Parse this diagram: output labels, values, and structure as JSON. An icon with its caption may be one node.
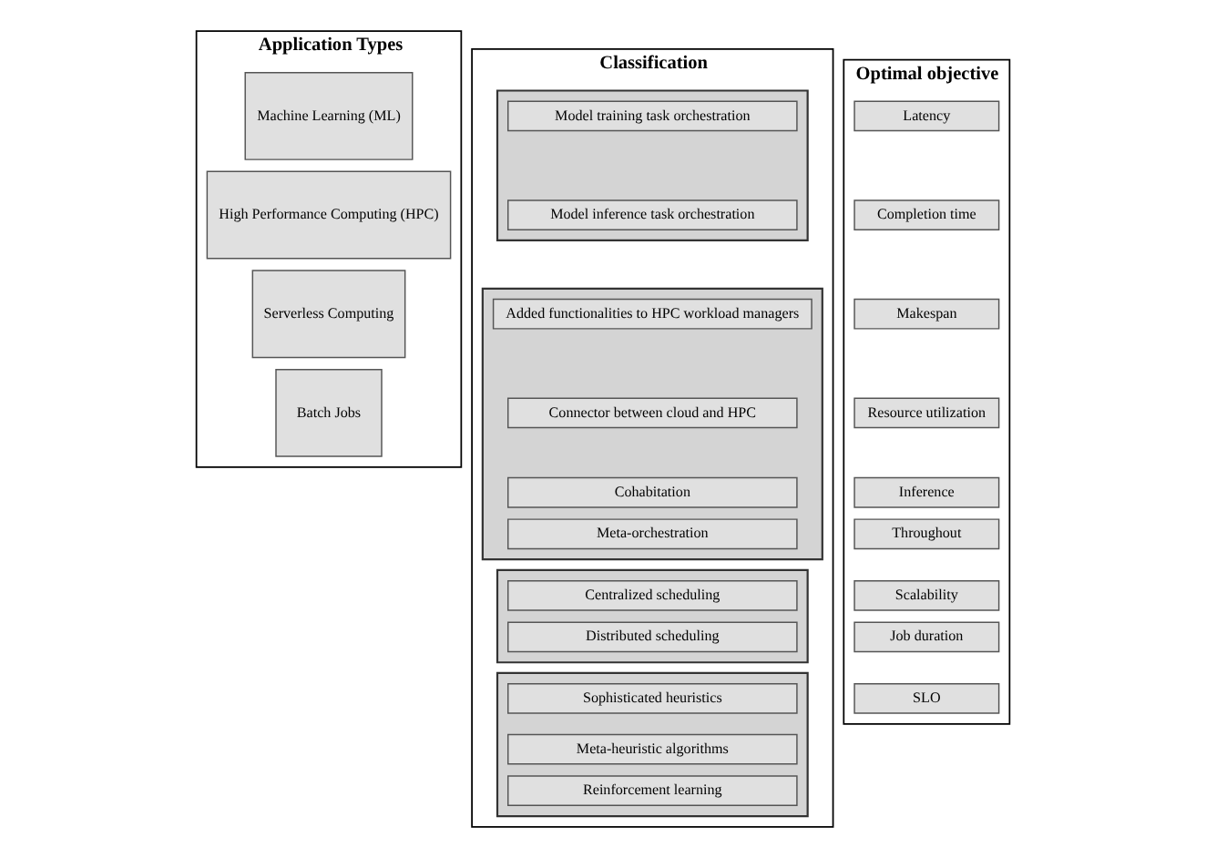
{
  "diagram": {
    "nodes": [
      {
        "text": [
          "Application Types"
        ]
      },
      {
        "text": [
          "Machine Learning (ML)"
        ],
        "in": 0
      },
      {
        "text": [
          "High Performance Computing (HPC)"
        ],
        "in": 0
      },
      {
        "text": [
          "Serverless Computing"
        ],
        "in": 0
      },
      {
        "text": [
          "Batch Jobs"
        ],
        "in": 0
      },
      {
        "text": [
          "Classification"
        ]
      },
      {
        "text": [],
        "shape": "box",
        "in": 5
      },
      {
        "text": [
          "Model training task orchestration"
        ],
        "in": 6
      },
      {
        "text": [
          "Model inference task orchestration"
        ],
        "in": 6
      },
      {
        "text": [],
        "shape": "box",
        "in": 5
      },
      {
        "text": [
          "Added functionalities to HPC workload managers"
        ],
        "in": 9
      },
      {
        "text": [
          "Connector between cloud and HPC"
        ],
        "in": 9
      },
      {
        "text": [
          "Cohabitation"
        ],
        "in": 9
      },
      {
        "text": [
          "Meta-orchestration"
        ],
        "in": 9
      },
      {
        "text": [],
        "shape": "box",
        "in": 5
      },
      {
        "text": [
          "Centralized scheduling"
        ],
        "in": 14
      },
      {
        "text": [
          "Distributed scheduling"
        ],
        "in": 14
      },
      {
        "text": [],
        "shape": "box",
        "in": 5
      },
      {
        "text": [
          "Sophisticated heuristics"
        ],
        "in": 17
      },
      {
        "text": [
          "Meta-heuristic algorithms"
        ],
        "in": 17
      },
      {
        "text": [
          "Reinforcement learning"
        ],
        "in": 17
      },
      {
        "text": [
          "Optimal objective"
        ]
      },
      {
        "text": [
          "Latency"
        ],
        "in": 21
      },
      {
        "text": [
          "Completion time"
        ],
        "in": 21
      },
      {
        "text": [
          "Makespan"
        ],
        "in": 21
      },
      {
        "text": [
          "Resource utilization"
        ],
        "in": 21
      },
      {
        "text": [
          "Inference"
        ],
        "in": 21
      },
      {
        "text": [
          "Throughout"
        ],
        "in": 21
      },
      {
        "text": [
          "Scalability"
        ],
        "in": 21
      },
      {
        "text": [
          "Job duration"
        ],
        "in": 21
      },
      {
        "text": [
          "SLO"
        ],
        "in": 21
      }
    ],
    "edges": []
  }
}
